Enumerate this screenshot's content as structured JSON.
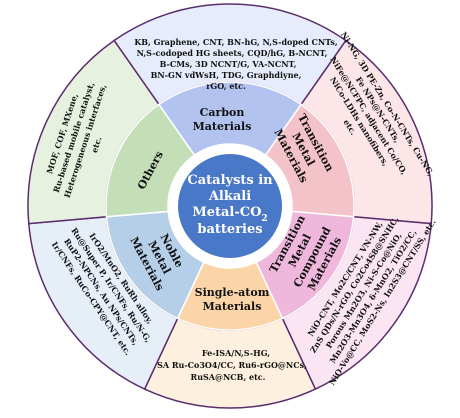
{
  "center": {
    "line1": "Catalysts in",
    "line2": "Alkali",
    "line3": "Metal-CO",
    "line3_sub": "2",
    "line4": "batteries"
  },
  "categories": {
    "carbon": {
      "line1": "Carbon",
      "line2": "Materials"
    },
    "transition_metal": {
      "line1": "Transition",
      "line2": "Metal",
      "line3": "Materials"
    },
    "transition_metal_compound": {
      "line1": "Transition",
      "line2": "Metal",
      "line3": "Compound",
      "line4": "Materials"
    },
    "single_atom": {
      "line1": "Single-atom",
      "line2": "Materials"
    },
    "noble_metal": {
      "line1": "Noble",
      "line2": "Metal",
      "line3": "Materials"
    },
    "others": {
      "line1": "Others"
    }
  },
  "examples": {
    "carbon": [
      "KB, Graphene, CNT, BN-hG, N,S-doped CNTs,",
      "N,S-codoped HG sheets, CQD/hG, B-NCNT,",
      "B-CMs, 3D NCNT/G, VA-NCNT,",
      "BN-GN vdWsH, TDG, Graphdiyne,",
      "rGO, etc."
    ],
    "transition_metal": [
      "Ni-NG, 3D PE-Zn, Co-N-CNTs, Cu-NG,",
      "Fe NPs@N-CNTs,",
      "NiFe@NCFPC, adjacent Co/CO,",
      "NiCo-LDHs nanofibers,",
      "etc."
    ],
    "transition_metal_compound": [
      "NiO-CNT, Mo2C/CNT, VN-NW,",
      "ZnS QDs/N-rGO, Co2Co4S8@SNHC,",
      "Porous Mn2O3, Ni-S-Co@NiO,",
      "Mn2O3-Mn3O4, δ-MnO2, TiO2/CC,",
      "NiO-Vo@CC, MoS2-Ns, In2S3@CNT/SS, etc."
    ],
    "single_atom": [
      "Fe-ISA/N,S-HG,",
      "SA Ru-Co3O4/CC, Ru6-rGO@NCs,",
      "RuSA@NCB, etc."
    ],
    "noble_metal": [
      "IrO2/MnO2, RuRh alloy,",
      "Ru@Super P, Ir/CNFs, Ru/N-G,",
      "RuP2-NPCNs, Au NPs/CNTs,",
      "Ir/CNFs, RuCo-CPY@CNT, etc."
    ],
    "others": [
      "MOF, COF, MXene,",
      "Ru-based mobile catalyst,",
      "Heterogeneous interfaces,",
      "etc."
    ]
  },
  "colors": {
    "center": "#4a78c8",
    "white_ring": "#ffffff",
    "carbon_inner": "#b3c3f0",
    "carbon_outer": "#e6ecfb",
    "transition_metal_inner": "#f4c3c9",
    "transition_metal_outer": "#fce6e8",
    "compound_inner": "#f0b7dc",
    "compound_outer": "#fbe5f2",
    "single_atom_inner": "#fbd5a8",
    "single_atom_outer": "#fef0df",
    "noble_inner": "#b6cfe9",
    "noble_outer": "#e6eef8",
    "others_inner": "#c4dfb8",
    "others_outer": "#e6f2df",
    "outline": "#5a2d6e"
  }
}
